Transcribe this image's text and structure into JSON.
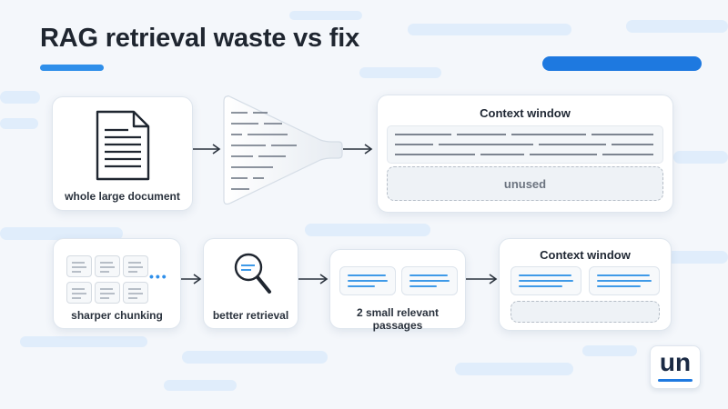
{
  "title": "RAG retrieval waste vs fix",
  "colors": {
    "accent": "#1e79e0",
    "highlight_lines": "#3f9ae8",
    "background": "#f4f7fb"
  },
  "top_flow": {
    "document_label": "whole large document",
    "document_icon": "document-icon",
    "funnel_icon": "funnel-icon",
    "context_title": "Context window",
    "unused_label": "unused"
  },
  "bottom_flow": {
    "chunking_label": "sharper chunking",
    "chunking_icon": "chunk-grid-icon",
    "retrieval_label": "better retrieval",
    "retrieval_icon": "magnifier-icon",
    "passages_label": "2 small relevant passages",
    "context_title": "Context window"
  },
  "logo": {
    "text": "un"
  }
}
